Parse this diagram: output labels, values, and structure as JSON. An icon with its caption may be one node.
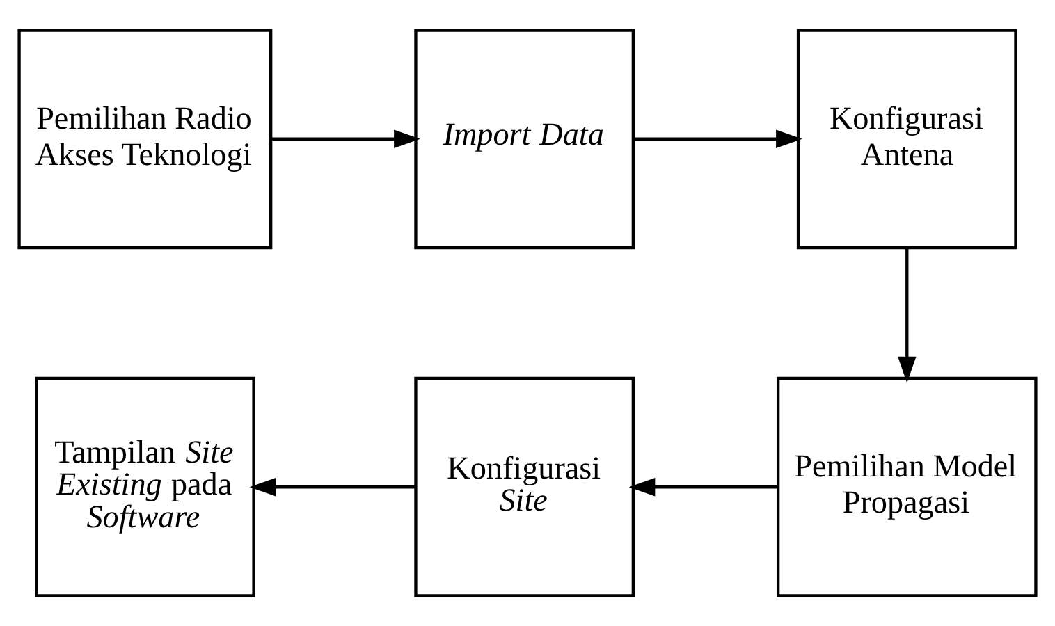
{
  "diagram": {
    "nodes": [
      {
        "text": [
          "Pemilihan Radio Akses Teknologi"
        ]
      },
      {
        "text": [
          "Import Data"
        ]
      },
      {
        "text": [
          "Konfigurasi Antena"
        ]
      },
      {
        "text": [
          "Pemilihan Model Propagasi"
        ]
      },
      {
        "text": [
          "Konfigurasi *Site*"
        ]
      },
      {
        "text": [
          "Tampilan *Site Existing* pada *Software*"
        ]
      }
    ],
    "edges": [
      {
        "from": 0,
        "to": 1,
        "arrow": "to"
      },
      {
        "from": 1,
        "to": 2,
        "arrow": "to"
      },
      {
        "from": 2,
        "to": 3,
        "arrow": "to"
      },
      {
        "from": 3,
        "to": 4,
        "arrow": "to"
      },
      {
        "from": 4,
        "to": 5,
        "arrow": "to"
      }
    ]
  }
}
